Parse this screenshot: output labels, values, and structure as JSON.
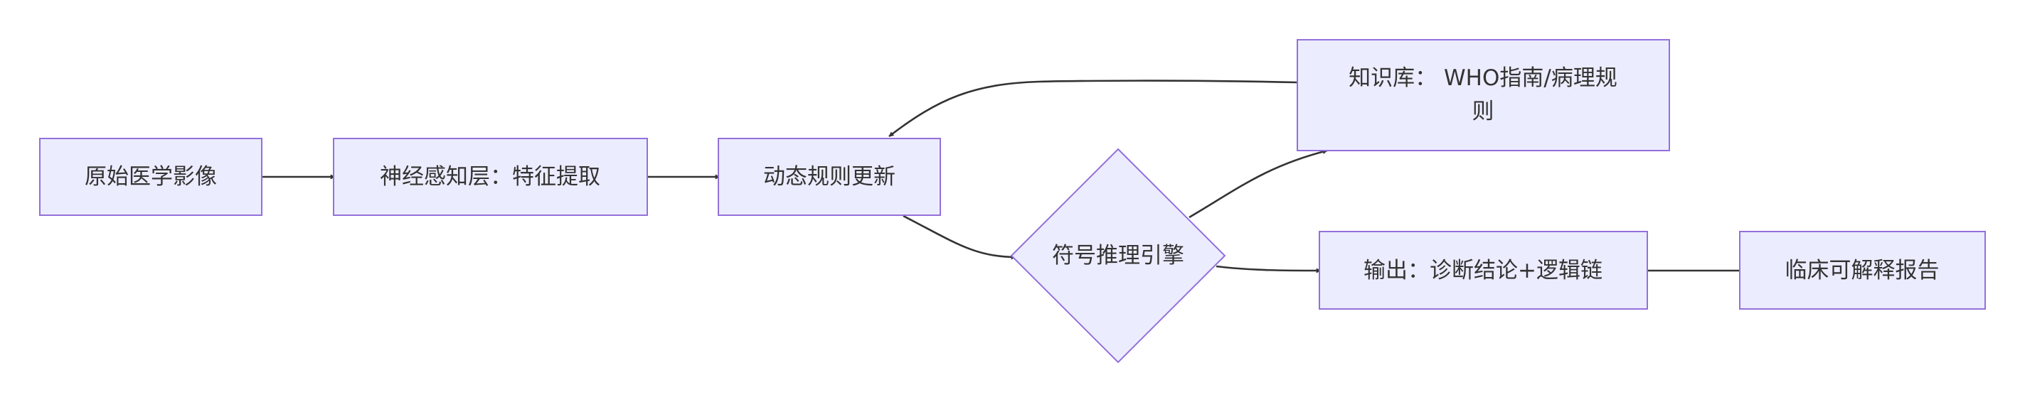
{
  "nodes": {
    "raw_images": {
      "label": "原始医学影像"
    },
    "neural_layer": {
      "label": "神经感知层：特征提取"
    },
    "dynamic_rules": {
      "label": "动态规则更新"
    },
    "knowledge_base": {
      "label_line1": "知识库： WHO指南/病理规",
      "label_line2": "则"
    },
    "symbolic_engine": {
      "label": "符号推理引擎"
    },
    "output": {
      "label": "输出：诊断结论+逻辑链"
    },
    "clinical_report": {
      "label": "临床可解释报告"
    }
  },
  "colors": {
    "node_fill": "#ECECFF",
    "node_stroke": "#9370DB",
    "edge": "#333333",
    "text": "#333333"
  }
}
